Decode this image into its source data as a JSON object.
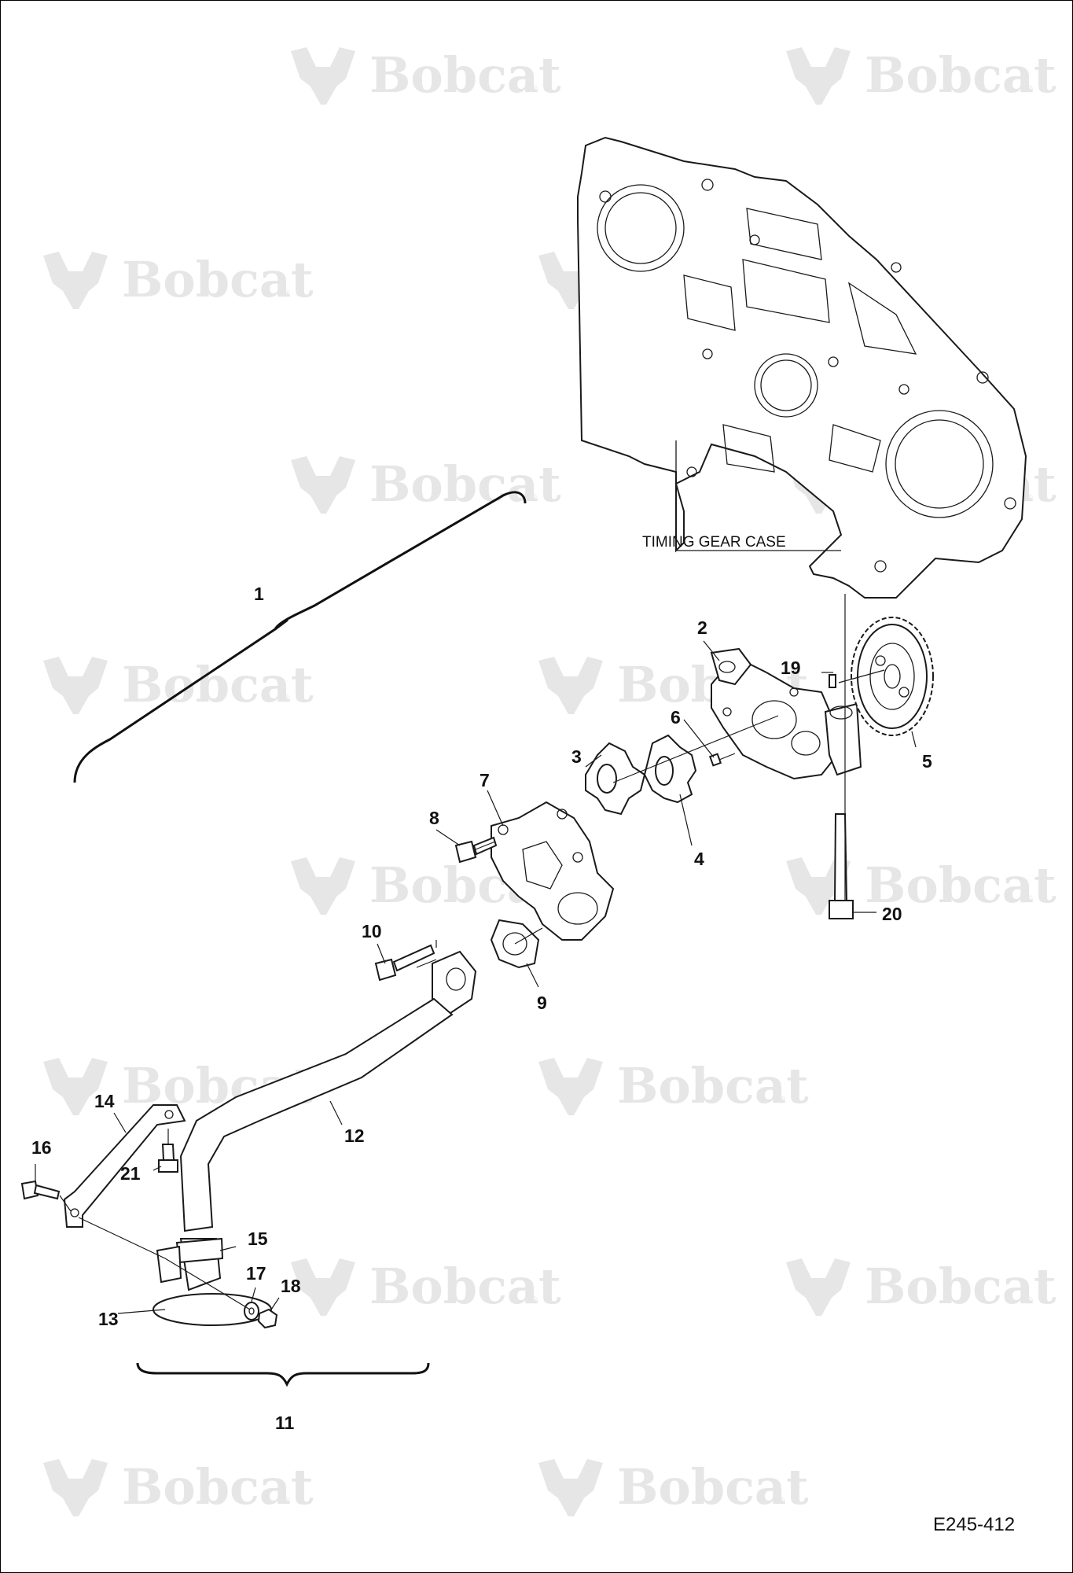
{
  "diagram": {
    "caption": "TIMING GEAR CASE",
    "reference_code": "E245-412",
    "watermark_text": "Bobcat",
    "watermark_mark": "®",
    "callouts": [
      "1",
      "2",
      "3",
      "4",
      "5",
      "6",
      "7",
      "8",
      "9",
      "10",
      "11",
      "12",
      "13",
      "14",
      "15",
      "16",
      "17",
      "18",
      "19",
      "20",
      "21"
    ]
  },
  "colors": {
    "line": "#1a1a1a",
    "watermark": "#e6e6e6",
    "background": "#ffffff"
  }
}
